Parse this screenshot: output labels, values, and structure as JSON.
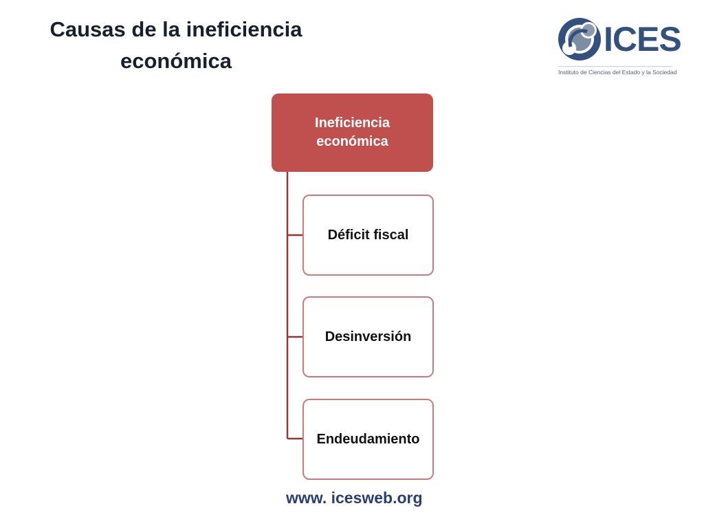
{
  "slide": {
    "title_line1": "Causas de la ineficiencia",
    "title_line2": "económica"
  },
  "logo": {
    "wordmark": "ICES",
    "subtitle": "Instituto de Ciencias del Estado y la Sociedad",
    "colors": {
      "primary": "#34517d",
      "secondary": "#7d8ea3"
    }
  },
  "diagram": {
    "root": {
      "label": "Ineficiencia económica"
    },
    "children": [
      {
        "label": "Déficit fiscal"
      },
      {
        "label": "Desinversión"
      },
      {
        "label": "Endeudamiento"
      }
    ],
    "colors": {
      "root_fill": "#c0504d",
      "child_border": "#c97b79",
      "connector": "#943634"
    }
  },
  "footer": {
    "website": "www. icesweb.org"
  }
}
